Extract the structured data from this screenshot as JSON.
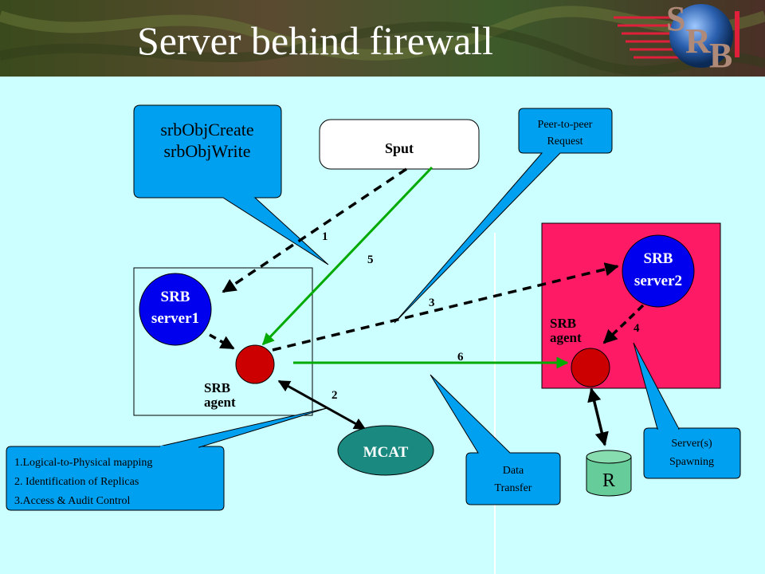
{
  "header": {
    "title": "Server behind firewall",
    "logo_letters": [
      "S",
      "R",
      "B"
    ]
  },
  "callouts": {
    "obj_calls": [
      "srbObjCreate",
      "srbObjWrite"
    ],
    "peer": [
      "Peer-to-peer",
      "Request"
    ],
    "mcat_functions": [
      "1.Logical-to-Physical mapping",
      "2. Identification of Replicas",
      "3.Access & Audit Control"
    ],
    "data_transfer": [
      "Data",
      "Transfer"
    ],
    "spawning": [
      "Server(s)",
      "Spawning"
    ]
  },
  "nodes": {
    "sput": "Sput",
    "server1": [
      "SRB",
      "server1"
    ],
    "agent1": [
      "SRB",
      "agent"
    ],
    "server2": [
      "SRB",
      "server2"
    ],
    "agent2": [
      "SRB",
      "agent"
    ],
    "mcat": "MCAT",
    "resource": "R"
  },
  "steps": [
    "1",
    "2",
    "3",
    "4",
    "5",
    "6"
  ],
  "colors": {
    "background": "#ccffff",
    "callout": "#00a0f0",
    "server_circle": "#0000ee",
    "agent_circle": "#cc0000",
    "firewall_zone": "#ff1a66",
    "mcat": "#1a8a80",
    "resource": "#66cc99",
    "green_arrow": "#00aa00"
  }
}
